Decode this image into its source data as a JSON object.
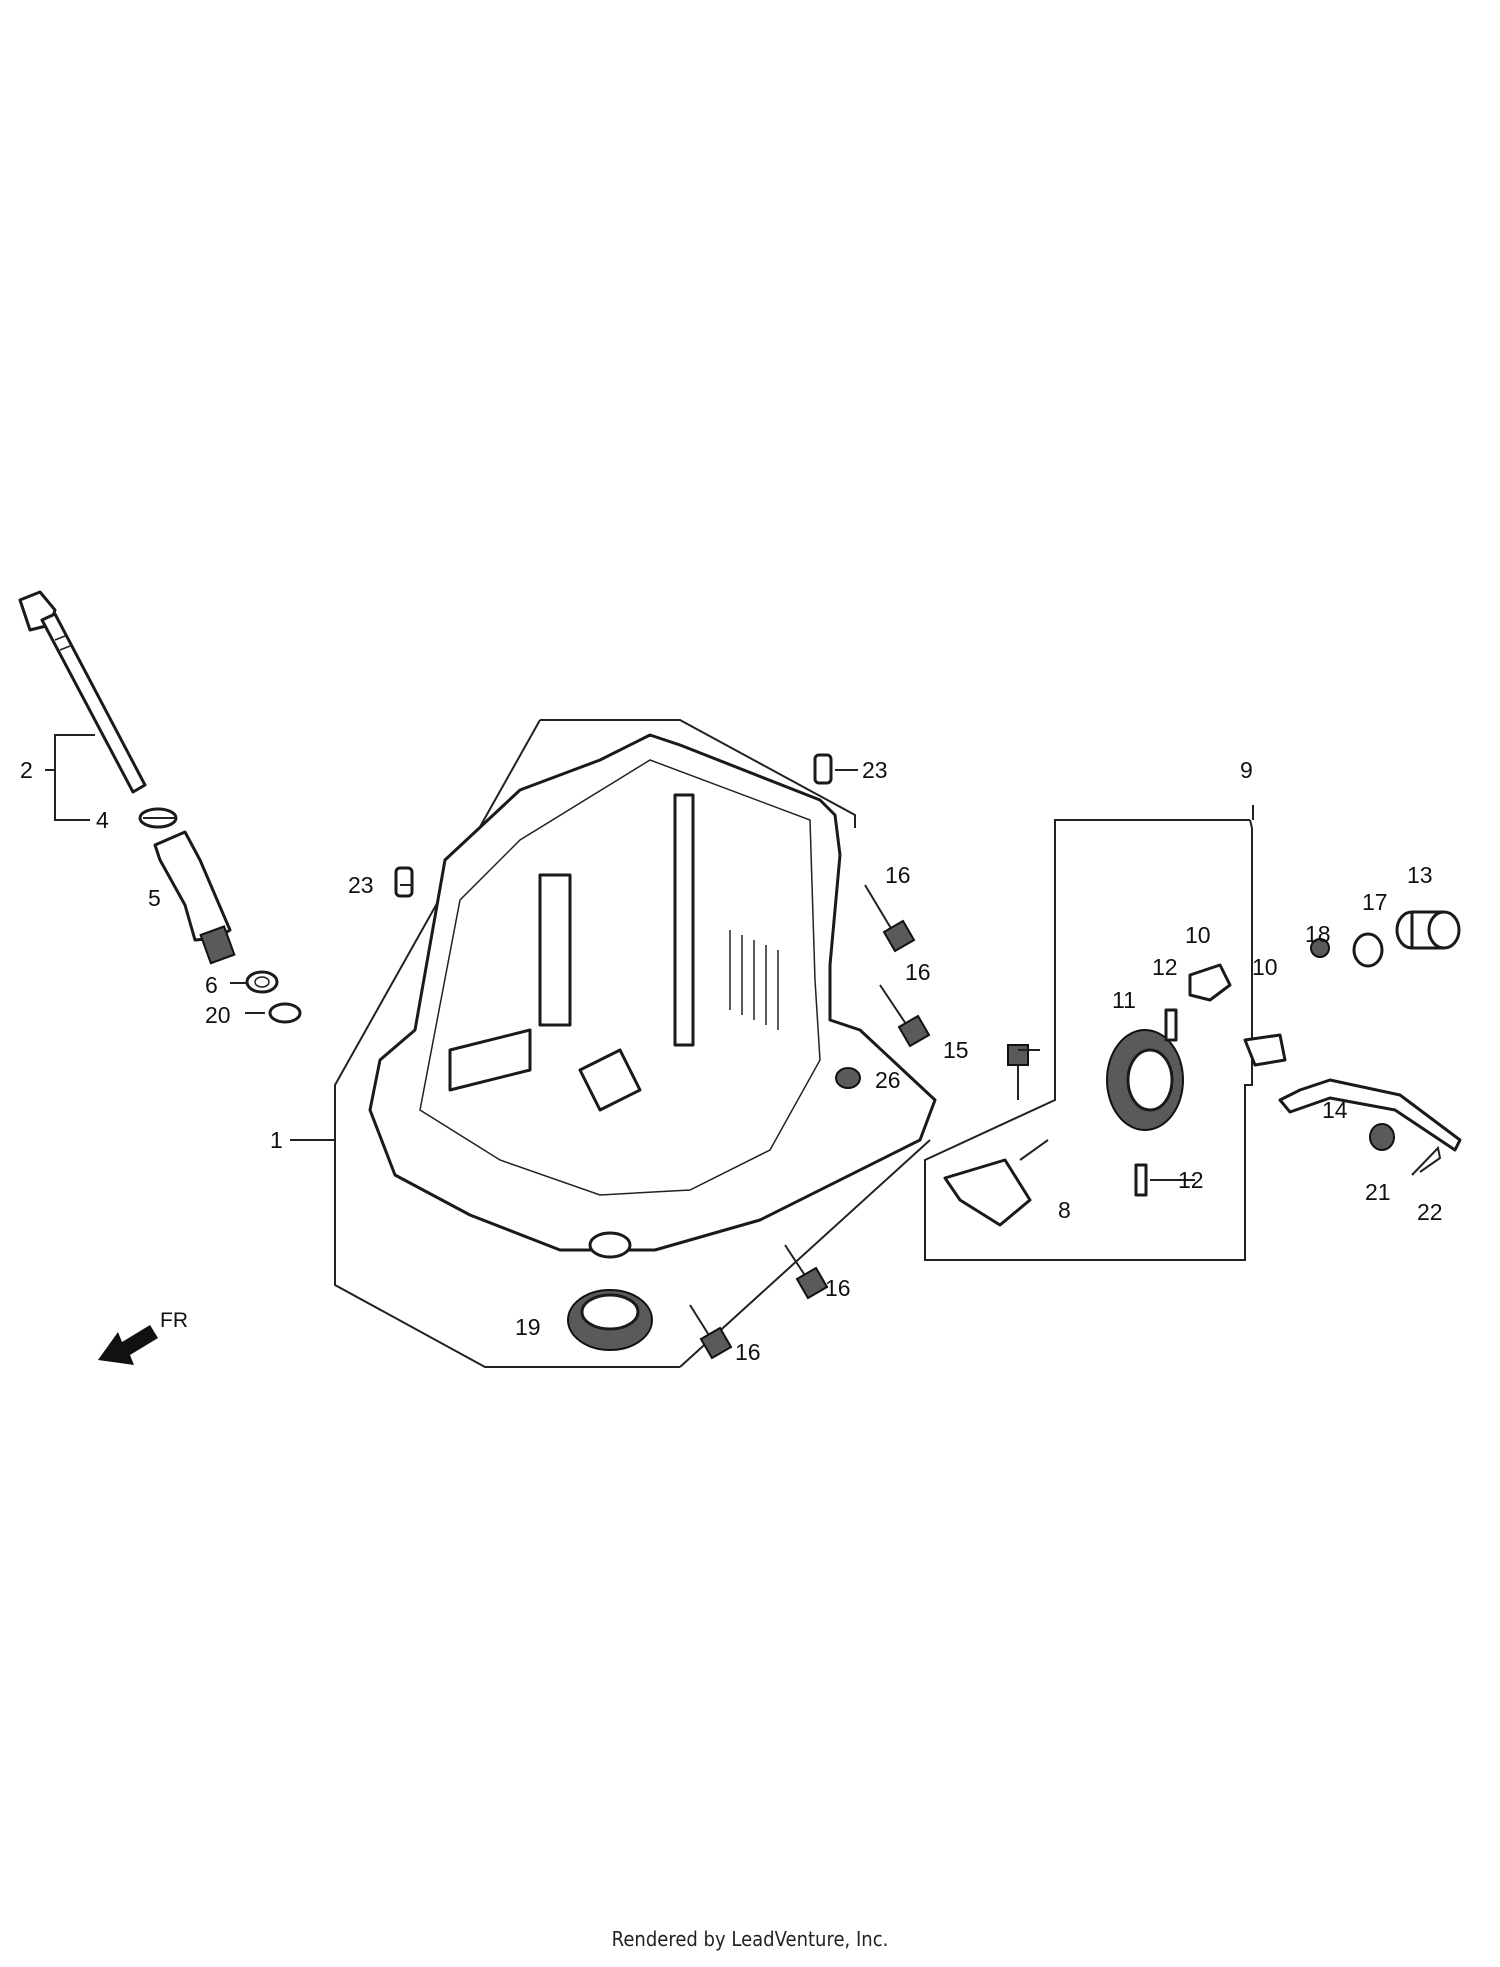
{
  "callouts": {
    "c1": "1",
    "c2": "2",
    "c4": "4",
    "c5": "5",
    "c6": "6",
    "c20": "20",
    "c23a": "23",
    "c23b": "23",
    "c16a": "16",
    "c16b": "16",
    "c16c": "16",
    "c16d": "16",
    "c26": "26",
    "c19": "19",
    "c15": "15",
    "c9": "9",
    "c8": "8",
    "c10a": "10",
    "c10b": "10",
    "c11": "11",
    "c12a": "12",
    "c12b": "12",
    "c13": "13",
    "c14": "14",
    "c17": "17",
    "c18": "18",
    "c21": "21",
    "c22": "22"
  },
  "direction": {
    "label": "FR"
  },
  "footer": "Rendered by LeadVenture, Inc."
}
